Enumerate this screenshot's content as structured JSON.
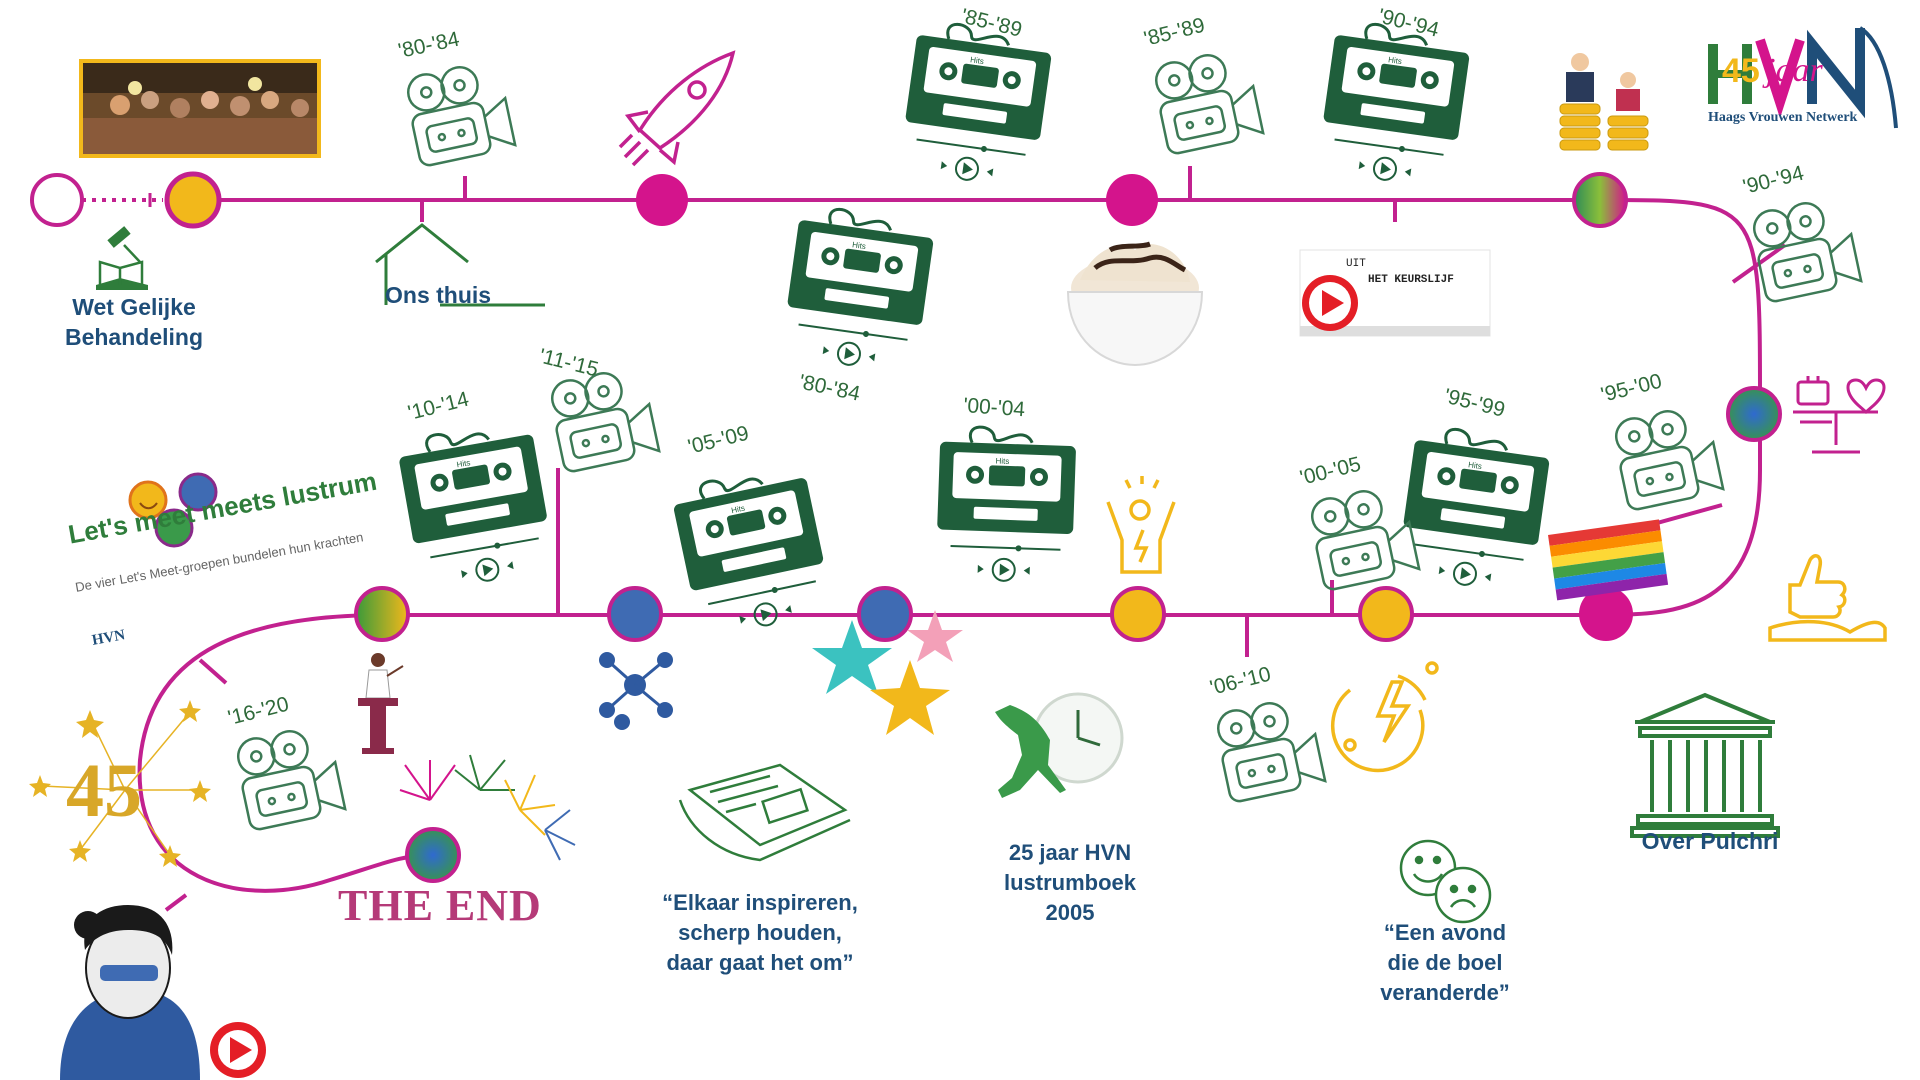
{
  "labels": {
    "wet": "Wet Gelijke\nBehandeling",
    "ons_thuis": "Ons thuis",
    "lustrumboek": "25 jaar HVN\nlustrumboek\n2005",
    "inspireren": "“Elkaar inspireren,\nscherp houden,\ndaar gaat het om”",
    "avond": "“Een avond\ndie de boel\nveranderde”",
    "pulchri": "Over Pulchri",
    "the_end": "THE END"
  },
  "logo": {
    "number": "45",
    "word": "jaar",
    "org": "Haags Vrouwen Netwerk",
    "short": "HVN"
  },
  "lets_meet": {
    "title": "Let's meet meets lustrum",
    "subtitle": "De vier Let's Meet-groepen bundelen hun krachten"
  },
  "video_thumb": {
    "line1": "UIT",
    "line2": "HET KEURSLIJF"
  },
  "badge_45": "45",
  "eras": {
    "e80_84_top": "'80-'84",
    "e85_89_tape": "'85-'89",
    "e85_89_cam": "'85-'89",
    "e90_94_tape": "'90-'94",
    "e90_94_cam": "'90-'94",
    "e80_84_tape": "'80-'84",
    "e95_00": "'95-'00",
    "e95_99": "'95-'99",
    "e00_05": "'00-'05",
    "e00_04": "'00-'04",
    "e05_09": "'05-'09",
    "e11_15": "'11-'15",
    "e10_14": "'10-'14",
    "e06_10": "'06-'10",
    "e16_20": "'16-'20"
  },
  "cassette_label": "Hits",
  "colors": {
    "line": "#c2218f",
    "magenta": "#d4148c",
    "yellow": "#f2b81b",
    "blue": "#3f6bb3",
    "green": "#1f5e3b",
    "navy": "#1f4e79",
    "stroke": "#3d7a56"
  }
}
